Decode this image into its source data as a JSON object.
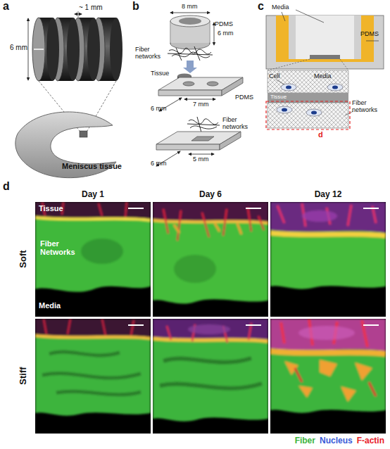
{
  "diagram": {
    "labels": [
      "a",
      "~ 1 mm",
      "6 mm",
      "Meniscus tissue",
      "b",
      "8 mm",
      "PDMS",
      "6 mm",
      "Fiber networks",
      "Tissue",
      "PDMS",
      "7 mm",
      "6 mm",
      "Fiber networks",
      "5 mm",
      "6 mm",
      "c",
      "Media",
      "PDMS",
      "Cell",
      "Media",
      "Tissue",
      "Fiber networks",
      "d",
      "d",
      "Day 1",
      "Day 6",
      "Day 12",
      "Tissue",
      "Fiber Networks",
      "Media",
      "Soft",
      "Stiff"
    ],
    "legend": [
      {
        "text": "Fiber",
        "color": "#3cb43c"
      },
      {
        "text": "Nucleus",
        "color": "#3a5bd9"
      },
      {
        "text": "F-actin",
        "color": "#e8202a"
      }
    ]
  }
}
